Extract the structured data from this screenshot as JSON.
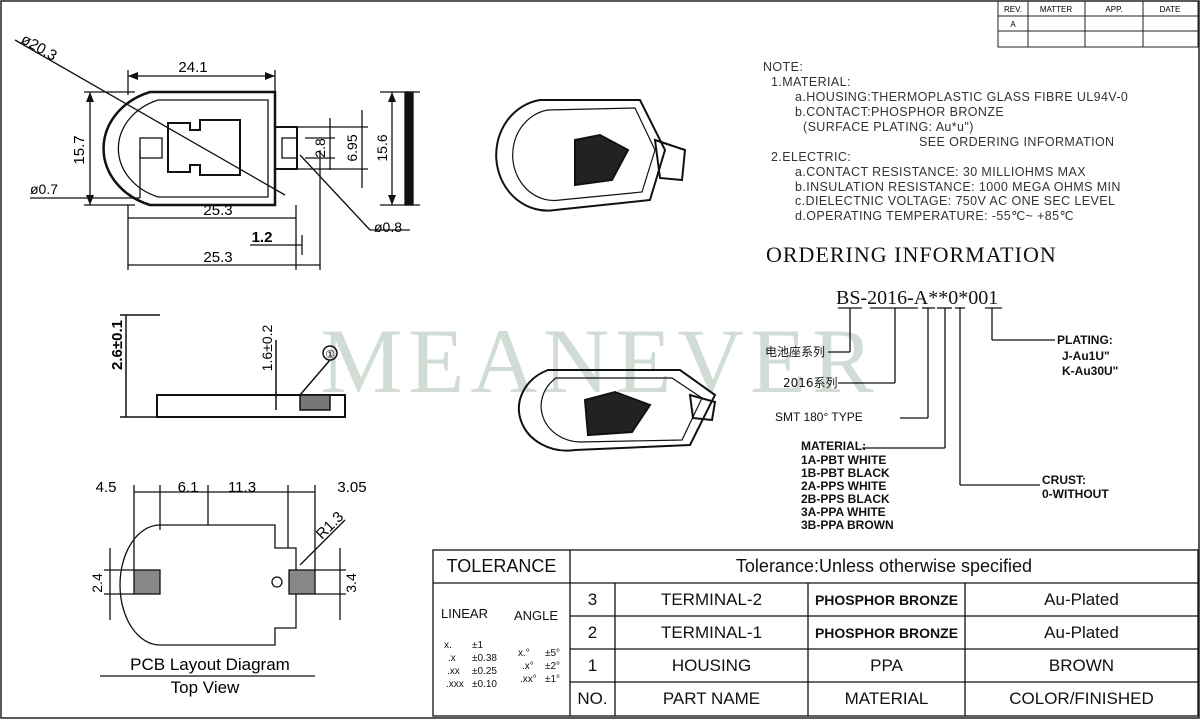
{
  "revision_table": {
    "headers": [
      "REV.",
      "MATTER",
      "APP.",
      "DATE"
    ],
    "rev": "A"
  },
  "watermark": "MEANEVER",
  "top_view": {
    "dia_outer": "ø20.3",
    "width": "24.1",
    "height": "15.7",
    "dia_pin": "ø0.7",
    "len_a": "25.3",
    "len_b": "25.3",
    "offset": "1.2",
    "dim_2_8": "2.8",
    "dim_6_95": "6.95",
    "dim_15_6": "15.6",
    "dia_08": "ø0.8"
  },
  "side_view": {
    "height": "2.6±0.1",
    "height2": "1.6±0.2",
    "callout": "①"
  },
  "pcb": {
    "d1": "4.5",
    "d2": "6.1",
    "d3": "11.3",
    "d4": "3.05",
    "radius": "R1.3",
    "pad_left": "2.4",
    "pad_right": "3.4",
    "title": "PCB Layout Diagram",
    "subtitle": "Top View"
  },
  "notes": {
    "header": "NOTE:",
    "lines": [
      "1.MATERIAL:",
      "a.HOUSING:THERMOPLASTIC GLASS FIBRE UL94V-0",
      "b.CONTACT:PHOSPHOR BRONZE",
      "(SURFACE PLATING: Au*u\")",
      "SEE ORDERING INFORMATION",
      "2.ELECTRIC:",
      "a.CONTACT RESISTANCE: 30 MILLIOHMS MAX",
      "b.INSULATION RESISTANCE: 1000 MEGA OHMS MIN",
      "c.DIELECTNIC VOLTAGE: 750V AC ONE SEC LEVEL",
      "d.OPERATING TEMPERATURE: -55℃~ +85℃"
    ]
  },
  "ordering": {
    "title": "ORDERING INFORMATION",
    "part_code": "BS-2016-A**0*001",
    "series_cn": "电池座系列",
    "series_2016": "2016系列",
    "smt": "SMT 180° TYPE",
    "plating_label": "PLATING:",
    "plating_options": [
      "J-Au1U\"",
      "K-Au30U\""
    ],
    "material_label": "MATERIAL:",
    "material_options": [
      "1A-PBT WHITE",
      "1B-PBT BLACK",
      "2A-PPS WHITE",
      "2B-PPS BLACK",
      "3A-PPA WHITE",
      "3B-PPA BROWN"
    ],
    "crust_label": "CRUST:",
    "crust_option": "0-WITHOUT"
  },
  "tolerance": {
    "label": "TOLERANCE",
    "linear_label": "LINEAR",
    "angle_label": "ANGLE",
    "linear_rows": [
      [
        "x.",
        "±1"
      ],
      [
        ".x",
        "±0.38"
      ],
      [
        ".xx",
        "±0.25"
      ],
      [
        ".xxx",
        "±0.10"
      ]
    ],
    "angle_rows": [
      [
        "x.°",
        "±5°"
      ],
      [
        ".x°",
        "±2°"
      ],
      [
        ".xx°",
        "±1°"
      ]
    ],
    "header_text": "Tolerance:Unless otherwise specified"
  },
  "bom": {
    "headers": [
      "NO.",
      "PART NAME",
      "MATERIAL",
      "COLOR/FINISHED"
    ],
    "rows": [
      {
        "no": "3",
        "name": "TERMINAL-2",
        "material": "PHOSPHOR BRONZE",
        "finish": "Au-Plated"
      },
      {
        "no": "2",
        "name": "TERMINAL-1",
        "material": "PHOSPHOR BRONZE",
        "finish": "Au-Plated"
      },
      {
        "no": "1",
        "name": "HOUSING",
        "material": "PPA",
        "finish": "BROWN"
      }
    ]
  }
}
